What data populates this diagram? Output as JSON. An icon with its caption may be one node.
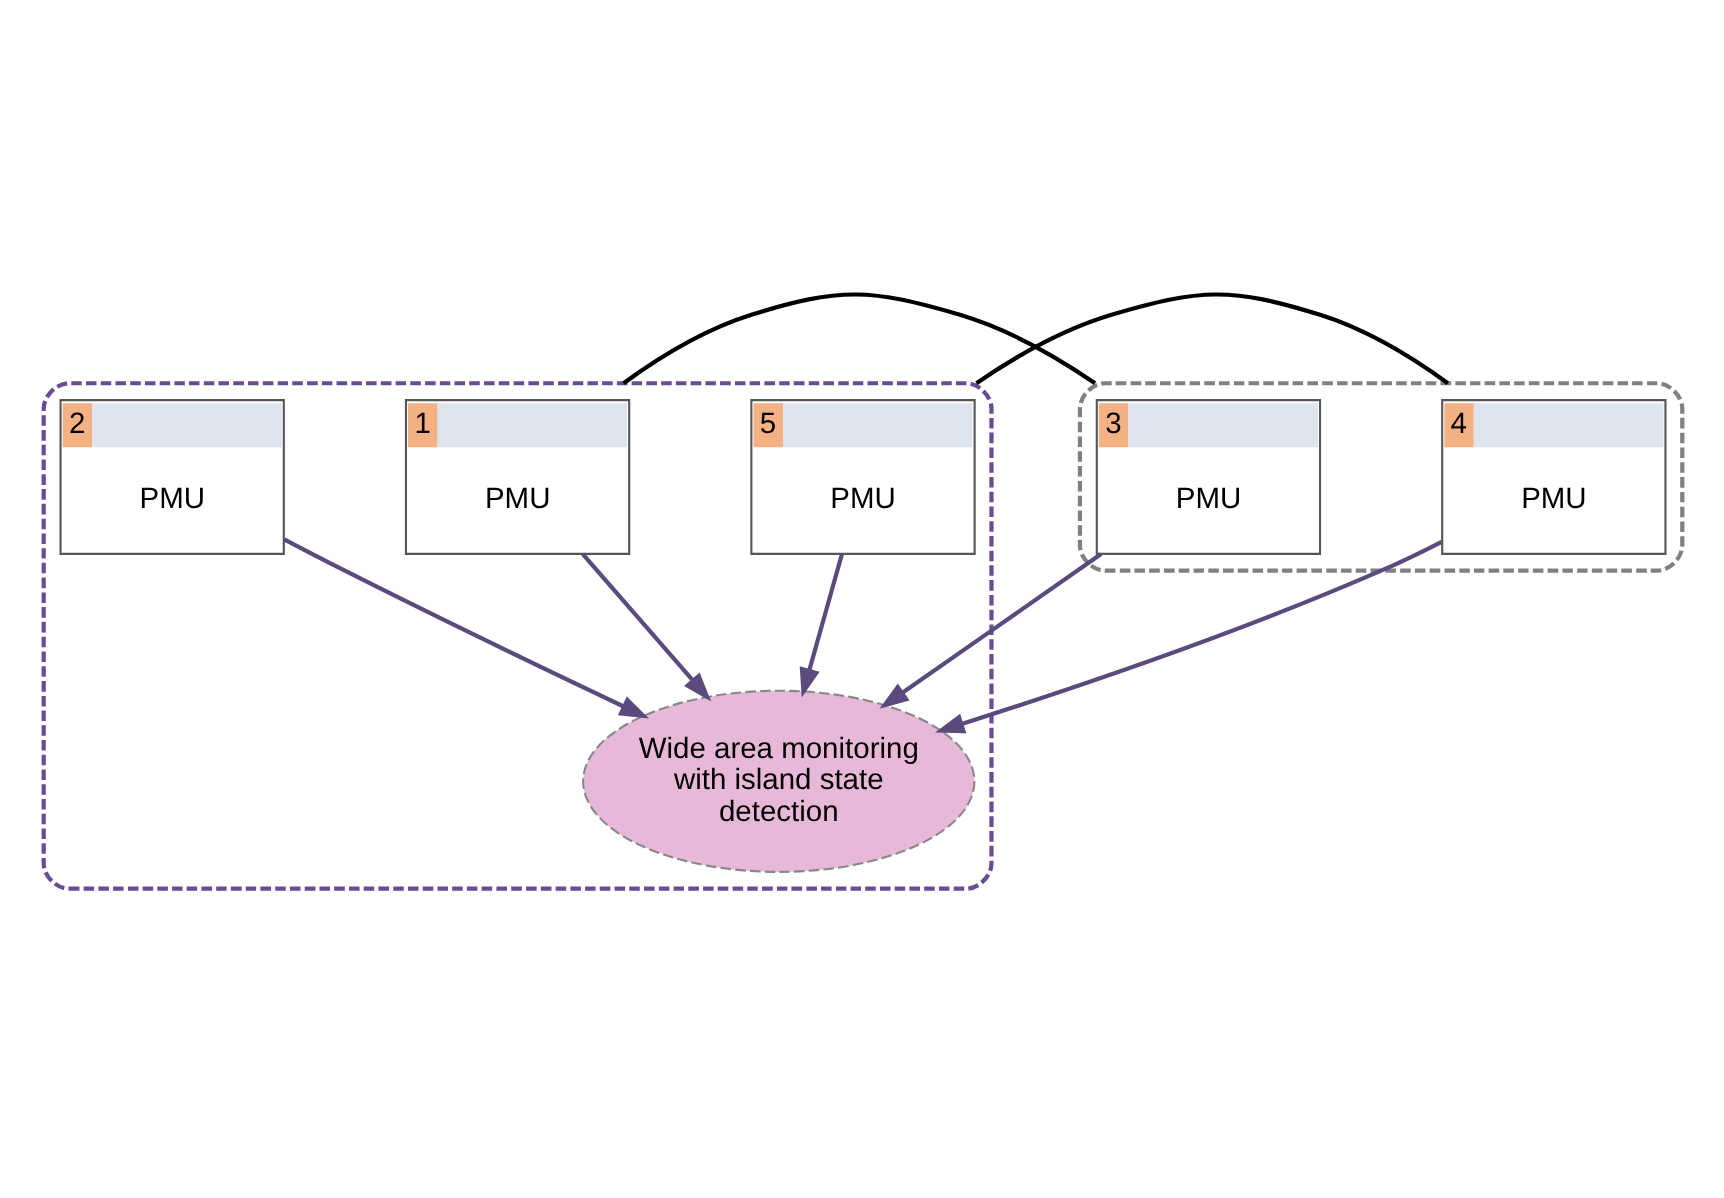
{
  "diagram": {
    "nodes": [
      {
        "text": [],
        "shape": "cloud"
      },
      {
        "text": [
          "5",
          "PMU"
        ],
        "in": 0
      },
      {
        "text": [],
        "shape": "cloud"
      },
      {
        "text": [
          "4",
          "PMU"
        ],
        "in": 2
      },
      {
        "text": [
          "Wide area monitoring with island state detection"
        ],
        "in": 0
      },
      {
        "text": [
          "1",
          "PMU"
        ],
        "in": 0
      },
      {
        "text": [
          "3",
          "PMU"
        ],
        "in": 2
      },
      {
        "text": [
          "2",
          "PMU"
        ],
        "in": 0
      }
    ],
    "edges": [
      {
        "from": 1,
        "to": 4,
        "arrow": "to"
      },
      {
        "from": 3,
        "to": 4,
        "arrow": "to"
      },
      {
        "from": 5,
        "to": 4,
        "arrow": "to"
      },
      {
        "from": 6,
        "to": 4,
        "arrow": "to"
      },
      {
        "from": 7,
        "to": 4,
        "arrow": "to"
      },
      {
        "from": 0,
        "to": 2,
        "arrow": "none",
        "color": "#000000"
      },
      {
        "from": 0,
        "to": 2,
        "arrow": "none",
        "color": "#000000"
      }
    ]
  }
}
